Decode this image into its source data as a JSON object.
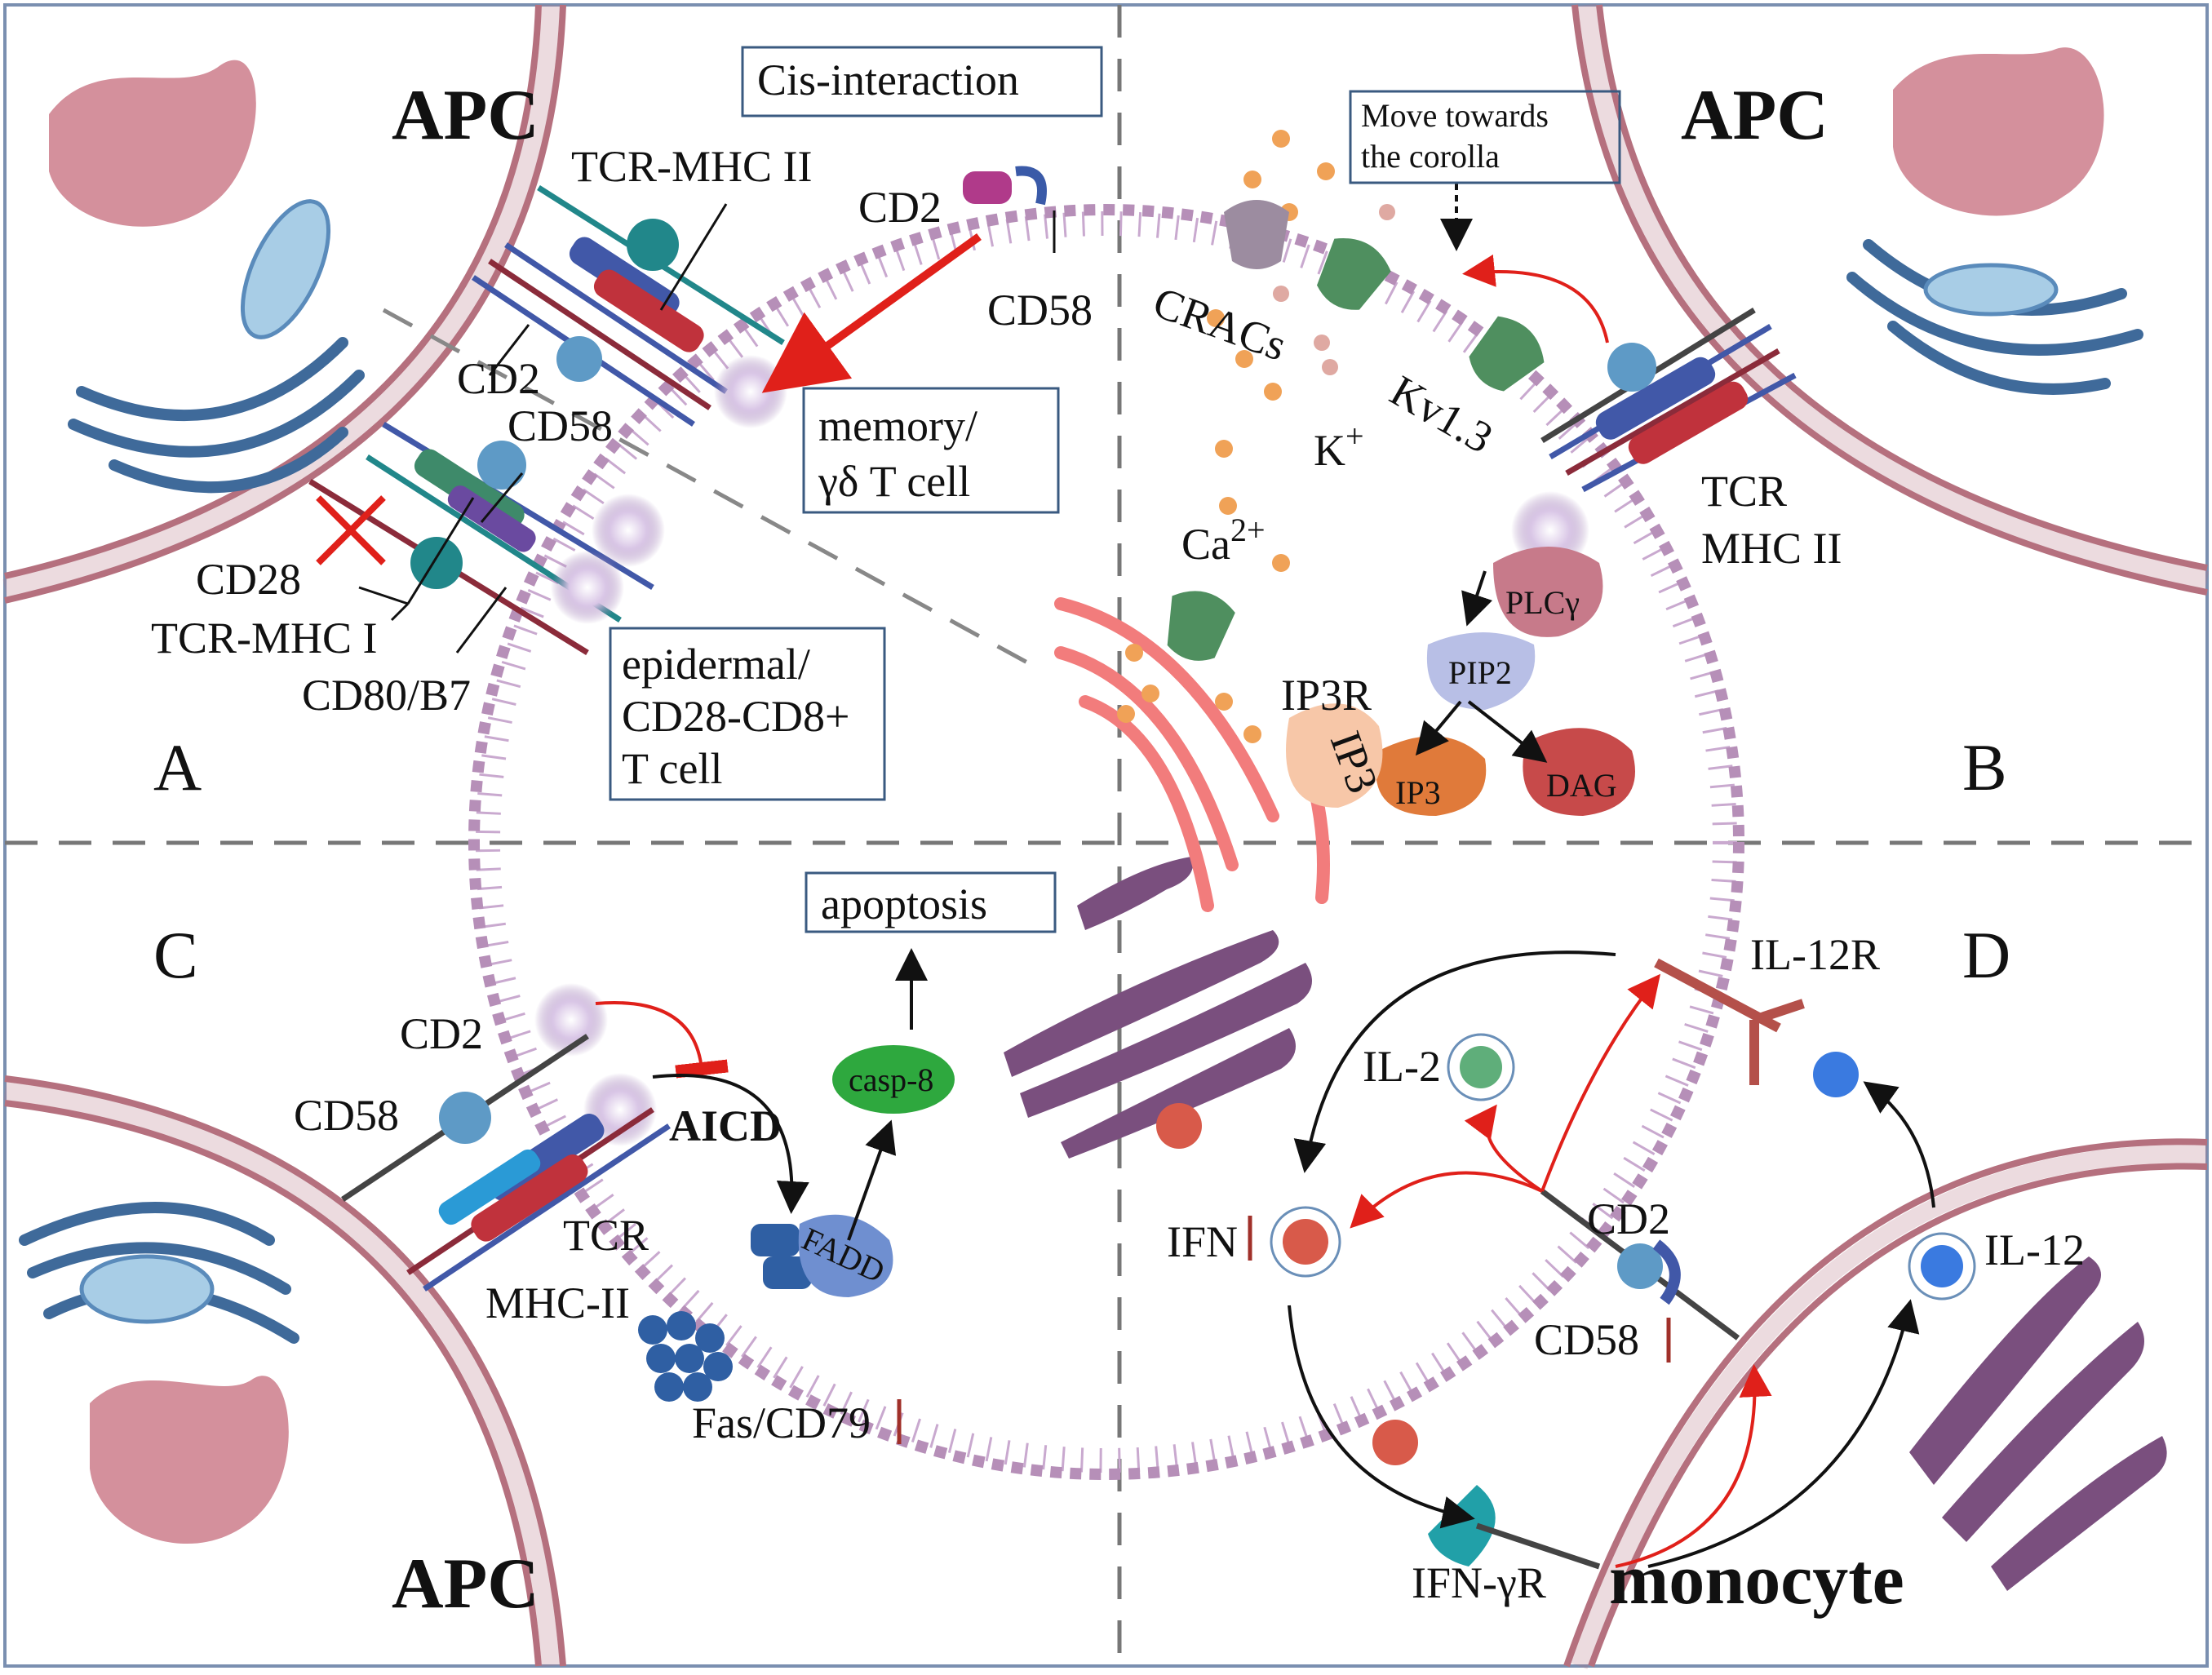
{
  "panels": {
    "A": "A",
    "B": "B",
    "C": "C",
    "D": "D"
  },
  "apc": {
    "top_left": "APC",
    "top_right": "APC",
    "bottom_left": "APC"
  },
  "boxes": {
    "cis": "Cis-interaction",
    "memory_1": "memory/",
    "memory_2": "γδ T cell",
    "epidermal_1": "epidermal/",
    "epidermal_2": "CD28-CD8+",
    "epidermal_3": "T cell",
    "move_1": "Move towards",
    "move_2": "the corolla",
    "apoptosis": "apoptosis"
  },
  "panel_a": {
    "tcr_mhc2": "TCR-MHC II",
    "cd2": "CD2",
    "cd58": "CD58",
    "cd2_cis": "CD2",
    "cd58_cis": "CD58",
    "cd28": "CD28",
    "tcr_mhc1": "TCR-MHC I",
    "cd80": "CD80/B7"
  },
  "panel_b": {
    "cracs": "CRACs",
    "kv": "Kv1.3",
    "k": "K",
    "k_sup": "+",
    "ca": "Ca",
    "ca_sup": "2+",
    "ip3r": "IP3R",
    "ip3_rot": "IP3",
    "tcr": "TCR",
    "mhc": "MHC II",
    "plc": "PLCγ",
    "pip2": "PIP2",
    "ip3": "IP3",
    "dag": "DAG"
  },
  "panel_c": {
    "cd2": "CD2",
    "cd58": "CD58",
    "aicd": "AICD",
    "tcr": "TCR",
    "mhc": "MHC-II",
    "casp": "casp-8",
    "fadd": "FADD",
    "fas": "Fas/CD79"
  },
  "panel_d": {
    "il12r": "IL-12R",
    "il2": "IL-2",
    "ifn": "IFN",
    "cd2": "CD2",
    "cd58": "CD58",
    "il12": "IL-12",
    "ifngr": "IFN-γR",
    "monocyte": "monocyte"
  },
  "colors": {
    "membrane": "#b68fb8",
    "apc_membrane": "#b5707e",
    "red_arrow": "#e0201a",
    "kidney": "#d4909c",
    "er_blue": "#3f6a9a",
    "golgi": "#7a4f7e",
    "teal": "#21878a",
    "green_channel": "#4f8f5f"
  }
}
